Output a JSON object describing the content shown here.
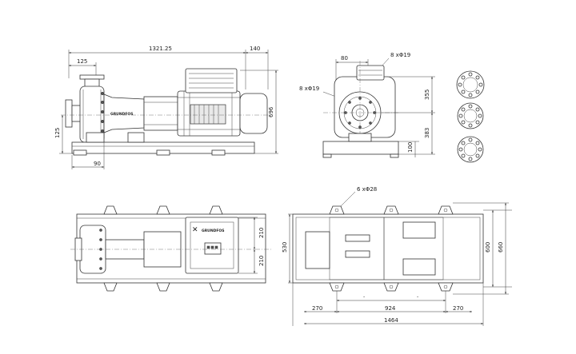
{
  "front_view": {
    "dim_overall": "1321.25",
    "dim_right": "140",
    "dim_flange": "125",
    "dim_shaft_height": "125",
    "dim_height": "696",
    "dim_base_left": "90",
    "pump_label": "GRUNDFOS"
  },
  "side_view": {
    "dim_80": "80",
    "note_top": "8  xΦ19",
    "note_left": "8  xΦ19",
    "dim_355": "355",
    "dim_383": "383",
    "dim_100": "100"
  },
  "top_view": {
    "dim_upper": "210",
    "dim_lower": "210",
    "box_label": "GRUNDFOS"
  },
  "base_plan": {
    "note_holes": "6  xΦ28",
    "dim_530": "530",
    "dim_600": "600",
    "dim_660": "660",
    "dim_left": "270",
    "dim_mid": "924",
    "dim_right": "270",
    "dim_total": "1464"
  }
}
